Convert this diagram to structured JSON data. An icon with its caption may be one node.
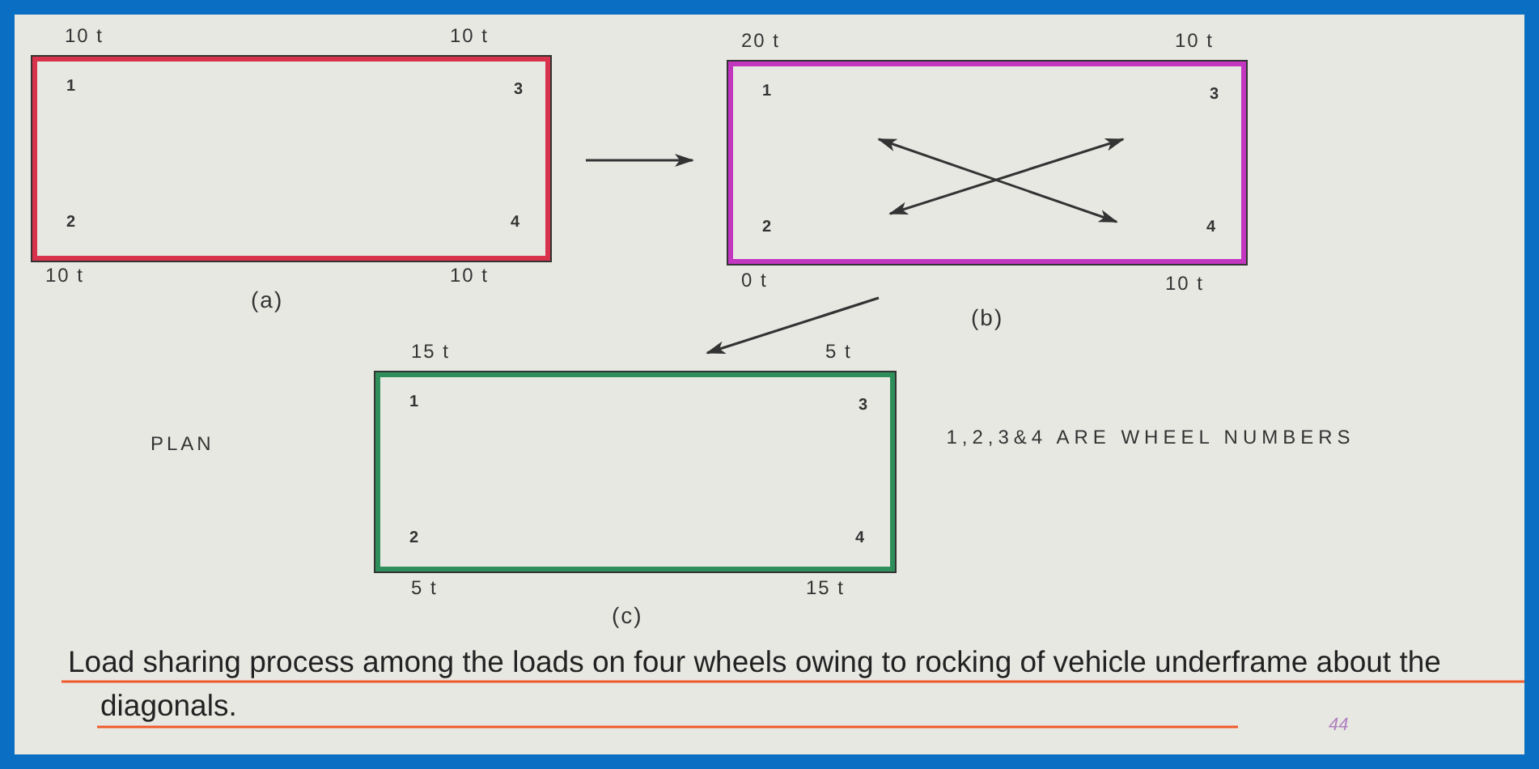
{
  "diagram": {
    "caption": "Load sharing process among the loads on four wheels owing to rocking of vehicle underframe about the diagonals.",
    "nodes": [
      {
        "text": [
          "1",
          "3",
          "2",
          "4"
        ],
        "beside": [
          "10 t",
          "10 t",
          "10 t",
          "10 t",
          "(a)"
        ]
      },
      {
        "text": [
          "1",
          "3",
          "2",
          "4"
        ],
        "beside": [
          "20 t",
          "10 t",
          "0 t",
          "10 t",
          "(b)"
        ]
      },
      {
        "text": [
          "1",
          "3",
          "2",
          "4"
        ],
        "beside": [
          "15 t",
          "5 t",
          "5 t",
          "15 t",
          "(c)"
        ]
      }
    ],
    "edges": [
      {
        "from": 0,
        "to": 1,
        "arrow": "to"
      },
      {
        "from": 1,
        "to": 2,
        "arrow": "to"
      }
    ],
    "labels": [
      "PLAN",
      "1,2,3&4 ARE WHEEL NUMBERS",
      "44"
    ]
  }
}
